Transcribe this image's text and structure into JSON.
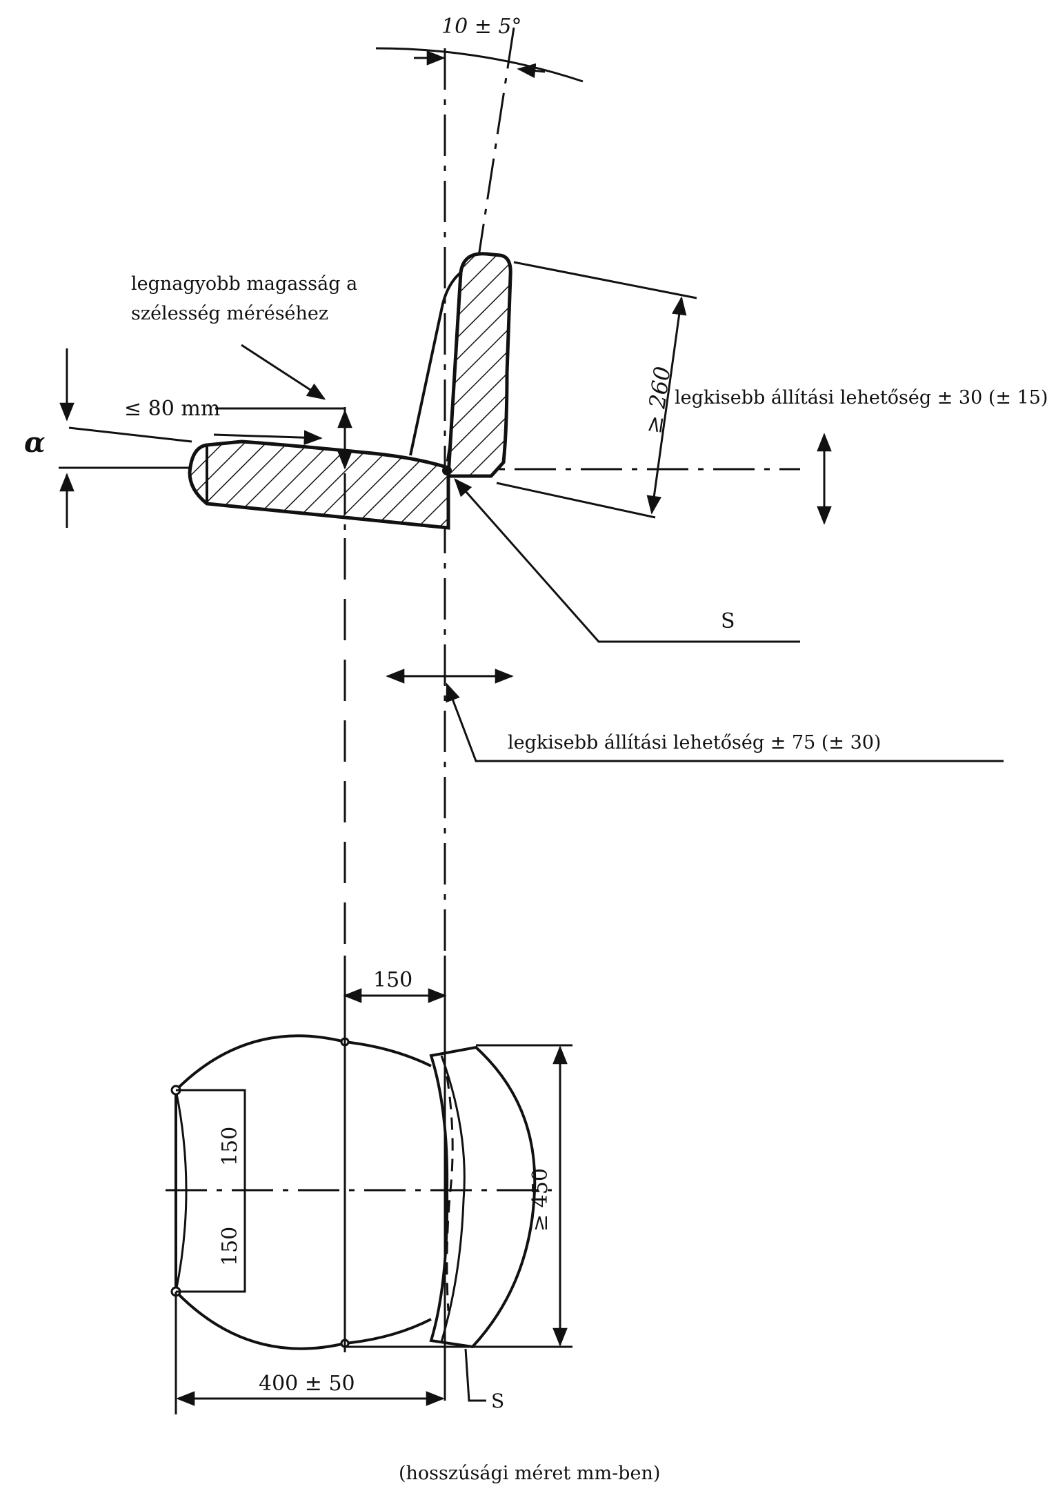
{
  "labels": {
    "angle_top": "10 ± 5°",
    "max_height_line1": "legnagyobb magasság a",
    "max_height_line2": "szélesség méréséhez",
    "le80": "≤  80 mm",
    "alpha": "α",
    "ge260": "≥ 260",
    "adjust_back": "legkisebb állítási lehetőség ± 30 (± 15)",
    "s_side": "S",
    "adjust_fore": "legkisebb állítási lehetőség ± 75 (± 30)",
    "dim150_top": "150",
    "dim150_left_upper": "150",
    "dim150_left_lower": "150",
    "ge450": "≥ 450",
    "dim400": "400 ± 50",
    "s_plan": "S",
    "caption": "(hosszúsági méret mm-ben)"
  }
}
